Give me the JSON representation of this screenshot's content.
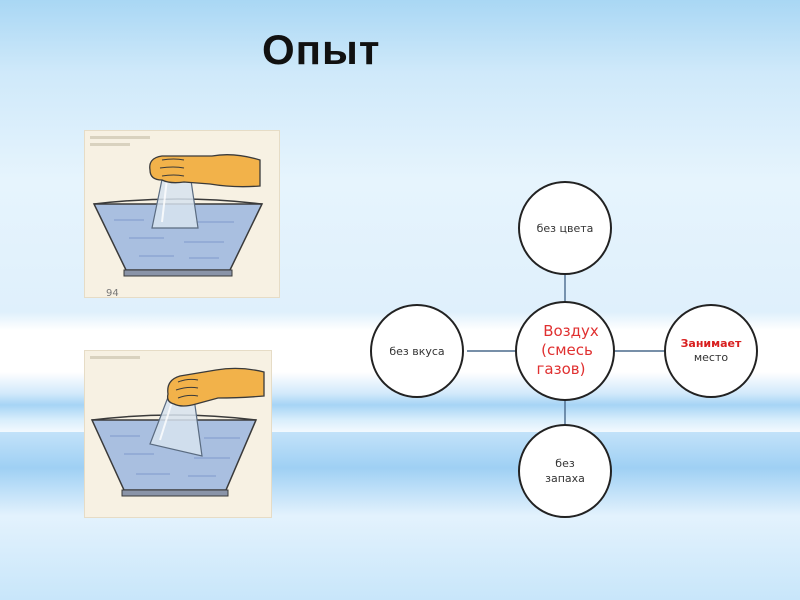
{
  "title": "Опыт",
  "photos": [
    {
      "page_fragment": "94"
    }
  ],
  "diagram": {
    "center": {
      "lines": [
        "Воздух",
        "(смесь",
        "газов)"
      ],
      "color": "#e03030"
    },
    "top": {
      "lines": [
        "без цвета"
      ]
    },
    "left": {
      "lines": [
        "без вкуса"
      ]
    },
    "right": {
      "lines": [
        "Занимает",
        "место"
      ],
      "emphasis_color": "#d81f1f"
    },
    "bottom": {
      "lines": [
        "без",
        "запаха"
      ]
    }
  },
  "colors": {
    "water": "#a9bfe0",
    "skin": "#f2b24a",
    "outline": "#3a3a3a"
  }
}
